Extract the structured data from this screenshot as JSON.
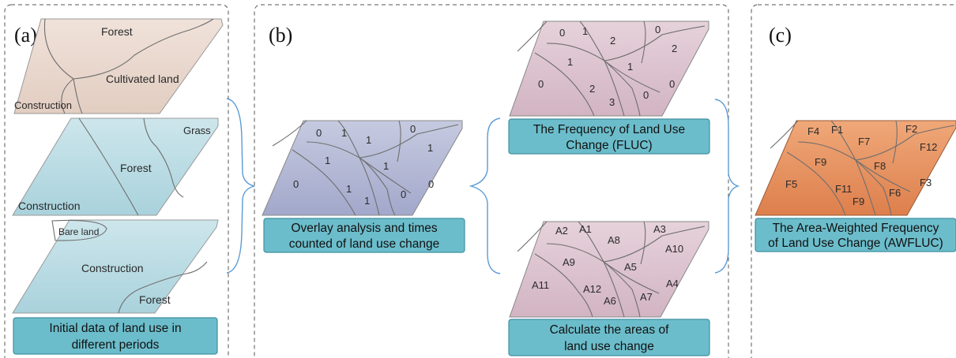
{
  "panels": {
    "a": {
      "letter": "(a)",
      "map1": {
        "forest": "Forest",
        "cultivated": "Cultivated land",
        "construction": "Construction"
      },
      "map2": {
        "grass": "Grass",
        "forest": "Forest",
        "construction": "Construction"
      },
      "map3": {
        "bare": "Bare land",
        "construction": "Construction",
        "forest": "Forest"
      },
      "caption": [
        "Initial data of land use in",
        "different periods"
      ]
    },
    "b": {
      "letter": "(b)",
      "overlay_values": [
        "0",
        "1",
        "1",
        "0",
        "1",
        "1",
        "1",
        "0",
        "1",
        "0",
        "0",
        "1"
      ],
      "overlay_caption": [
        "Overlay analysis and times",
        "counted of land use change"
      ],
      "fluc_values": [
        "0",
        "1",
        "2",
        "0",
        "2",
        "1",
        "1",
        "0",
        "2",
        "3",
        "0",
        "0"
      ],
      "fluc_caption": [
        "The Frequency  of Land Use",
        "Change (FLUC)"
      ],
      "area_values": [
        "A2",
        "A1",
        "A8",
        "A3",
        "A10",
        "A9",
        "A5",
        "A11",
        "A12",
        "A6",
        "A7",
        "A4"
      ],
      "area_caption": [
        "Calculate the areas of",
        "land use change"
      ]
    },
    "c": {
      "letter": "(c)",
      "awfluc_values": [
        "F4",
        "F1",
        "F2",
        "F7",
        "F12",
        "F9",
        "F8",
        "F5",
        "F11",
        "F3",
        "F9",
        "F6"
      ],
      "caption": [
        "The Area-Weighted Frequency",
        "of Land Use Change (AWFLUC)"
      ]
    }
  },
  "colors": {
    "map1": "#ead8cf",
    "blue_maps": "#bfdfe6",
    "overlay": "#b7bcd6",
    "pink": "#ddc4cf",
    "orange": "#e8915f",
    "caption": "#6cbdcb",
    "brace": "#5b9bd5"
  }
}
